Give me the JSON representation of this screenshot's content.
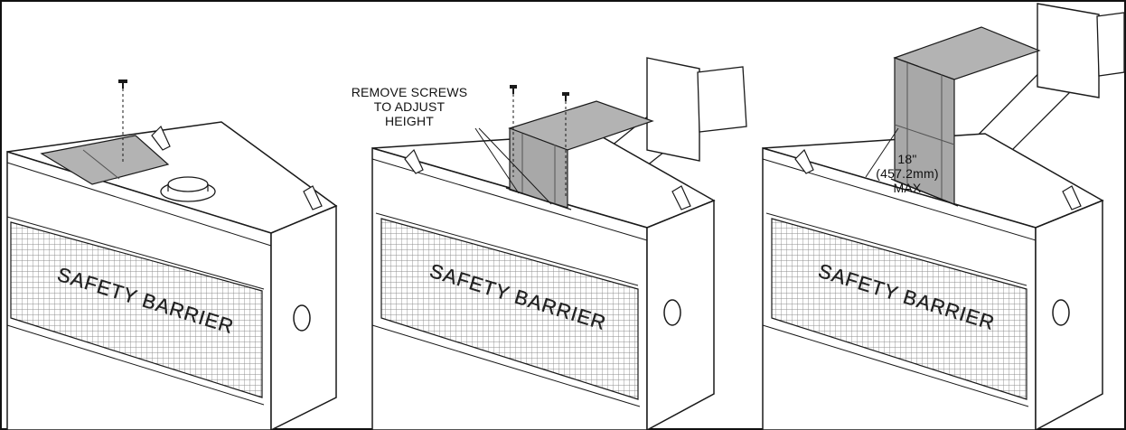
{
  "panels": [
    {
      "barrier_label": "SAFETY BARRIER"
    },
    {
      "barrier_label": "SAFETY BARRIER"
    },
    {
      "barrier_label": "SAFETY BARRIER"
    }
  ],
  "callouts": {
    "remove_screws": [
      "REMOVE SCREWS",
      "TO ADJUST",
      "HEIGHT"
    ],
    "max_height": [
      "18\"",
      "(457.2mm)",
      "MAX"
    ]
  },
  "colors": {
    "line": "#1a1a1a",
    "shield": "#b3b3b3",
    "shield_dark": "#8f8f8f",
    "mesh": "#9a9a9a",
    "frame": "#111111"
  }
}
